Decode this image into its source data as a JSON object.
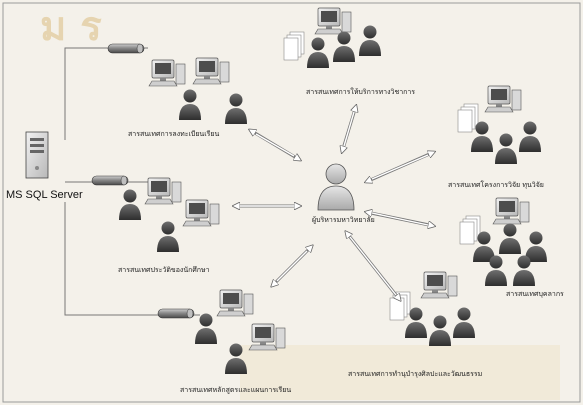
{
  "server": {
    "label": "MS SQL Server"
  },
  "center": {
    "label": "ผู้บริหารมหาวิทยาลัย"
  },
  "nodes": [
    {
      "id": "registration",
      "label": "สารสนเทศการลงทะเบียนเรียน"
    },
    {
      "id": "student-history",
      "label": "สารสนเทศประวัติของนักศึกษา"
    },
    {
      "id": "curriculum",
      "label": "สารสนเทศหลักสูตรและแผนการเรียน"
    },
    {
      "id": "academic-service",
      "label": "สารสนเทศการให้บริการทางวิชาการ"
    },
    {
      "id": "research",
      "label": "สารสนเทศโครงการวิจัย ทุนวิจัย"
    },
    {
      "id": "personnel",
      "label": "สารสนเทศบุคลากร"
    },
    {
      "id": "culture",
      "label": "สารสนเทศการทำนุบำรุงศิลปะและวัฒนธรรม"
    }
  ],
  "watermark": "ม ร"
}
